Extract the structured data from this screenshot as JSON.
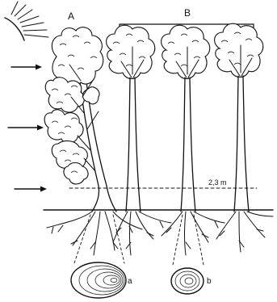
{
  "labels": {
    "group_a": "A",
    "group_b": "B",
    "height_mark": "2,3 m",
    "section_a": "a",
    "section_b": "b"
  },
  "colors": {
    "ink": "#111111",
    "background": "#ffffff"
  },
  "icons": [
    "sun-icon",
    "arrow-icon"
  ]
}
